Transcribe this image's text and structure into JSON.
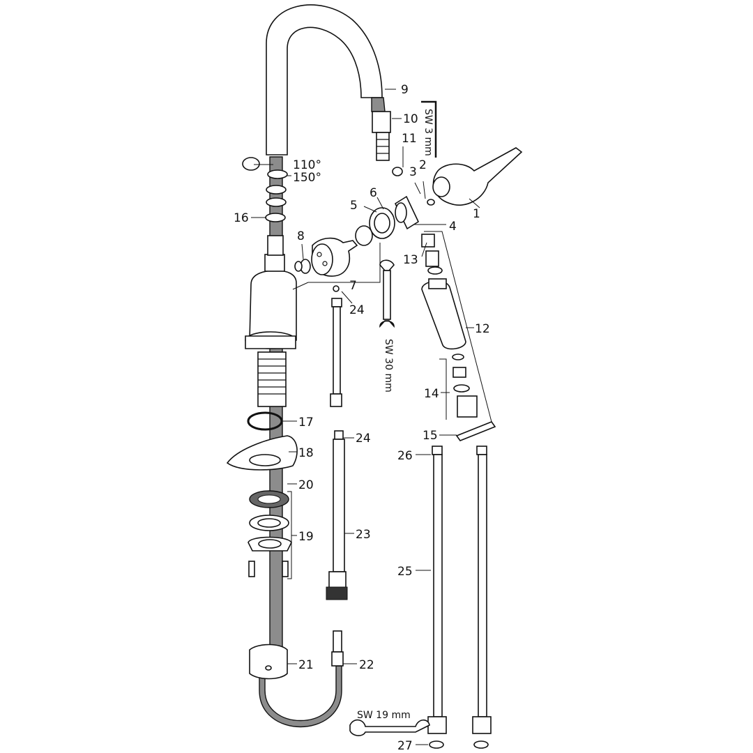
{
  "labels": {
    "p1": "1",
    "p2": "2",
    "p3": "3",
    "p4": "4",
    "p5": "5",
    "p6": "6",
    "p7": "7",
    "p8": "8",
    "p9": "9",
    "p10": "10",
    "p11": "11",
    "p12": "12",
    "p13": "13",
    "p14": "14",
    "p15": "15",
    "p16": "16",
    "p17": "17",
    "p18": "18",
    "p19": "19",
    "p20": "20",
    "p21": "21",
    "p22": "22",
    "p23": "23",
    "p24a": "24",
    "p24b": "24",
    "p25": "25",
    "p26": "26",
    "p27": "27"
  },
  "angles": {
    "a110": "110°",
    "a150": "150°"
  },
  "tools": {
    "hex_key": "SW 3 mm",
    "wrench_30": "SW 30 mm",
    "wrench_19": "SW 19 mm"
  },
  "colors": {
    "line": "#111111",
    "hose": "#8c8c8c",
    "paper": "#ffffff"
  }
}
